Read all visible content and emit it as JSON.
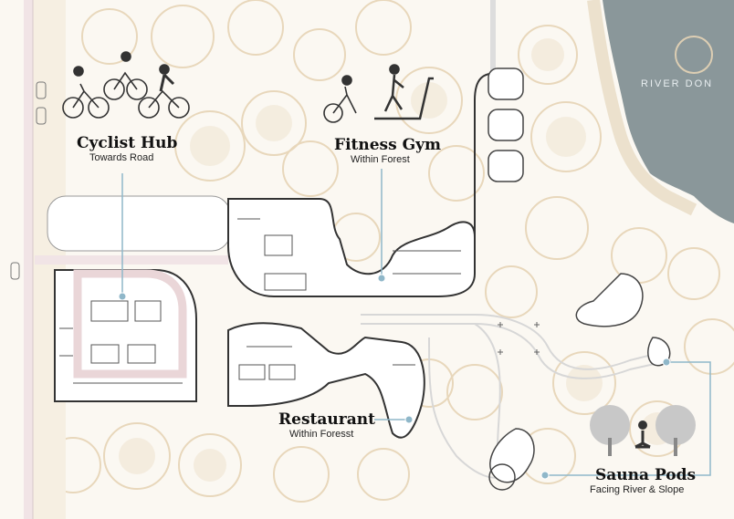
{
  "river": {
    "label": "RIVER DON"
  },
  "labels": {
    "cyclist_hub": {
      "title": "Cyclist Hub",
      "subtitle": "Towards Road"
    },
    "fitness_gym": {
      "title": "Fitness Gym",
      "subtitle": "Within Forest"
    },
    "restaurant": {
      "title": "Restaurant",
      "subtitle": "Within Foresst"
    },
    "sauna_pods": {
      "title": "Sauna Pods",
      "subtitle": "Facing River & Slope"
    }
  },
  "colors": {
    "river": "#8a979a",
    "tree_canopy": "#e9dcc6",
    "leader_line": "#8fb7c9",
    "road": "#f1e7d6",
    "pink_track": "#ead6d8",
    "building_wall": "#333333"
  },
  "icons": [
    "cyclists-icon",
    "fitness-icon",
    "meditation-icon"
  ]
}
